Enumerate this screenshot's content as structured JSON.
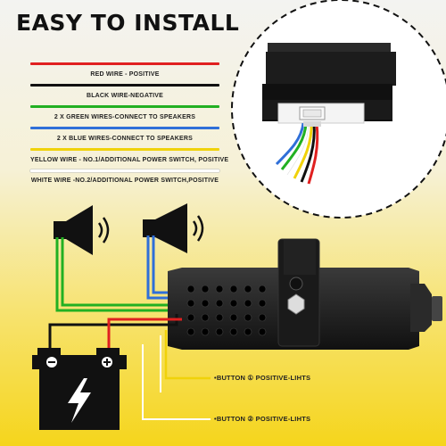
{
  "title": "EASY TO INSTALL",
  "legend": [
    {
      "text": "RED WIRE - POSITIVE",
      "color": "#e02020"
    },
    {
      "text": "BLACK WIRE-NEGATIVE",
      "color": "#111111"
    },
    {
      "text": "2 X GREEN WIRES-CONNECT TO SPEAKERS",
      "color": "#22b022"
    },
    {
      "text": "2 X BLUE WIRES-CONNECT TO SPEAKERS",
      "color": "#2f6fd8"
    },
    {
      "text": "YELLOW WIRE - NO.1/ADDITIONAL POWER SWITCH, POSITIVE",
      "color": "#f0d20a"
    },
    {
      "text": "WHITE WIRE -NO.2/ADDITIONAL POWER SWITCH,POSITIVE",
      "color": "#ffffff"
    }
  ],
  "buttons": {
    "button1": "•BUTTON ① POSITIVE-LIHTS",
    "button2": "•BUTTON ② POSITIVE-LIHTS"
  }
}
